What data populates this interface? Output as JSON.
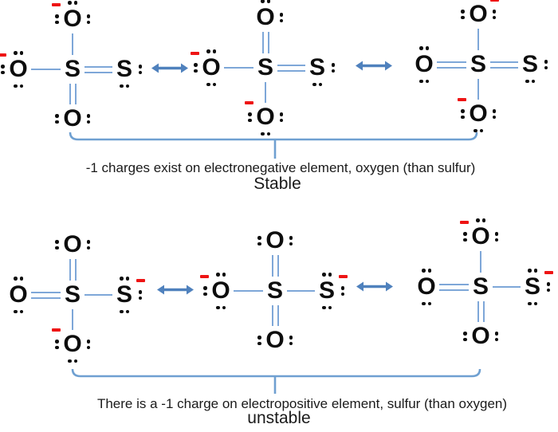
{
  "colors": {
    "bond": "#7EA7D8",
    "arrow": "#4F81BD",
    "bracket": "#6FA0D1",
    "charge": "#EE1414",
    "atom": "#0D0D0D"
  },
  "icons": {
    "resonance_arrow": "double-headed-arrow",
    "group_bracket": "horizontal-brace-with-stem",
    "negative_charge": "red-minus-sign"
  },
  "captions": {
    "stable": {
      "line1": "-1 charges exist on electronegative element, oxygen (than sulfur)",
      "line2": "Stable"
    },
    "unstable": {
      "line1": "There is a -1 charge on electropositive element, sulfur (than oxygen)",
      "line2": "unstable"
    }
  },
  "structures": [
    {
      "name": "stable-resonance-1",
      "atoms": {
        "center": {
          "symbol": "S",
          "lone_pairs": [],
          "charge": null
        },
        "left": {
          "symbol": "O",
          "lone_pairs": [
            "top",
            "left",
            "bottom"
          ],
          "charge": "-",
          "charge_pos": "top-left"
        },
        "top": {
          "symbol": "O",
          "lone_pairs": [
            "top",
            "left",
            "right"
          ],
          "charge": "-",
          "charge_pos": "top-left"
        },
        "right": {
          "symbol": "S",
          "lone_pairs": [
            "right",
            "bottom"
          ],
          "charge": null
        },
        "bottom": {
          "symbol": "O",
          "lone_pairs": [
            "left",
            "right"
          ],
          "charge": null
        }
      },
      "bonds": {
        "left": "single",
        "top": "single",
        "right": "double",
        "bottom": "double"
      }
    },
    {
      "name": "stable-resonance-2",
      "atoms": {
        "center": {
          "symbol": "S",
          "lone_pairs": [],
          "charge": null
        },
        "left": {
          "symbol": "O",
          "lone_pairs": [
            "top",
            "left",
            "bottom"
          ],
          "charge": "-",
          "charge_pos": "top-left"
        },
        "top": {
          "symbol": "O",
          "lone_pairs": [
            "top",
            "right"
          ],
          "charge": null
        },
        "right": {
          "symbol": "S",
          "lone_pairs": [
            "right",
            "bottom"
          ],
          "charge": null
        },
        "bottom": {
          "symbol": "O",
          "lone_pairs": [
            "left",
            "right",
            "bottom"
          ],
          "charge": "-",
          "charge_pos": "top-left"
        }
      },
      "bonds": {
        "left": "single",
        "top": "double",
        "right": "double",
        "bottom": "single"
      }
    },
    {
      "name": "stable-resonance-3",
      "atoms": {
        "center": {
          "symbol": "S",
          "lone_pairs": [],
          "charge": null
        },
        "left": {
          "symbol": "O",
          "lone_pairs": [
            "top",
            "bottom"
          ],
          "charge": null
        },
        "top": {
          "symbol": "O",
          "lone_pairs": [
            "top",
            "left",
            "right"
          ],
          "charge": "-",
          "charge_pos": "top-right"
        },
        "right": {
          "symbol": "S",
          "lone_pairs": [
            "right",
            "bottom"
          ],
          "charge": null
        },
        "bottom": {
          "symbol": "O",
          "lone_pairs": [
            "left",
            "right",
            "bottom"
          ],
          "charge": "-",
          "charge_pos": "top-left"
        }
      },
      "bonds": {
        "left": "double",
        "top": "single",
        "right": "double",
        "bottom": "single"
      }
    },
    {
      "name": "unstable-resonance-1",
      "atoms": {
        "center": {
          "symbol": "S",
          "lone_pairs": [],
          "charge": null
        },
        "left": {
          "symbol": "O",
          "lone_pairs": [
            "top",
            "bottom"
          ],
          "charge": null
        },
        "top": {
          "symbol": "O",
          "lone_pairs": [
            "left",
            "right"
          ],
          "charge": null
        },
        "right": {
          "symbol": "S",
          "lone_pairs": [
            "top",
            "right",
            "bottom"
          ],
          "charge": "-",
          "charge_pos": "top-right"
        },
        "bottom": {
          "symbol": "O",
          "lone_pairs": [
            "left",
            "right",
            "bottom"
          ],
          "charge": "-",
          "charge_pos": "top-left"
        }
      },
      "bonds": {
        "left": "double",
        "top": "double",
        "right": "single",
        "bottom": "single"
      }
    },
    {
      "name": "unstable-resonance-2",
      "atoms": {
        "center": {
          "symbol": "S",
          "lone_pairs": [],
          "charge": null
        },
        "left": {
          "symbol": "O",
          "lone_pairs": [
            "top",
            "left",
            "bottom"
          ],
          "charge": "-",
          "charge_pos": "top-left"
        },
        "top": {
          "symbol": "O",
          "lone_pairs": [
            "left",
            "right"
          ],
          "charge": null
        },
        "right": {
          "symbol": "S",
          "lone_pairs": [
            "top",
            "right",
            "bottom"
          ],
          "charge": "-",
          "charge_pos": "top-right"
        },
        "bottom": {
          "symbol": "O",
          "lone_pairs": [
            "left",
            "right"
          ],
          "charge": null
        }
      },
      "bonds": {
        "left": "single",
        "top": "double",
        "right": "single",
        "bottom": "double"
      }
    },
    {
      "name": "unstable-resonance-3",
      "atoms": {
        "center": {
          "symbol": "S",
          "lone_pairs": [],
          "charge": null
        },
        "left": {
          "symbol": "O",
          "lone_pairs": [
            "top",
            "bottom"
          ],
          "charge": null
        },
        "top": {
          "symbol": "O",
          "lone_pairs": [
            "top",
            "left",
            "right"
          ],
          "charge": "-",
          "charge_pos": "top-left"
        },
        "right": {
          "symbol": "S",
          "lone_pairs": [
            "top",
            "right",
            "bottom"
          ],
          "charge": "-",
          "charge_pos": "top-right"
        },
        "bottom": {
          "symbol": "O",
          "lone_pairs": [
            "left",
            "right"
          ],
          "charge": null
        }
      },
      "bonds": {
        "left": "double",
        "top": "single",
        "right": "single",
        "bottom": "double"
      }
    }
  ]
}
